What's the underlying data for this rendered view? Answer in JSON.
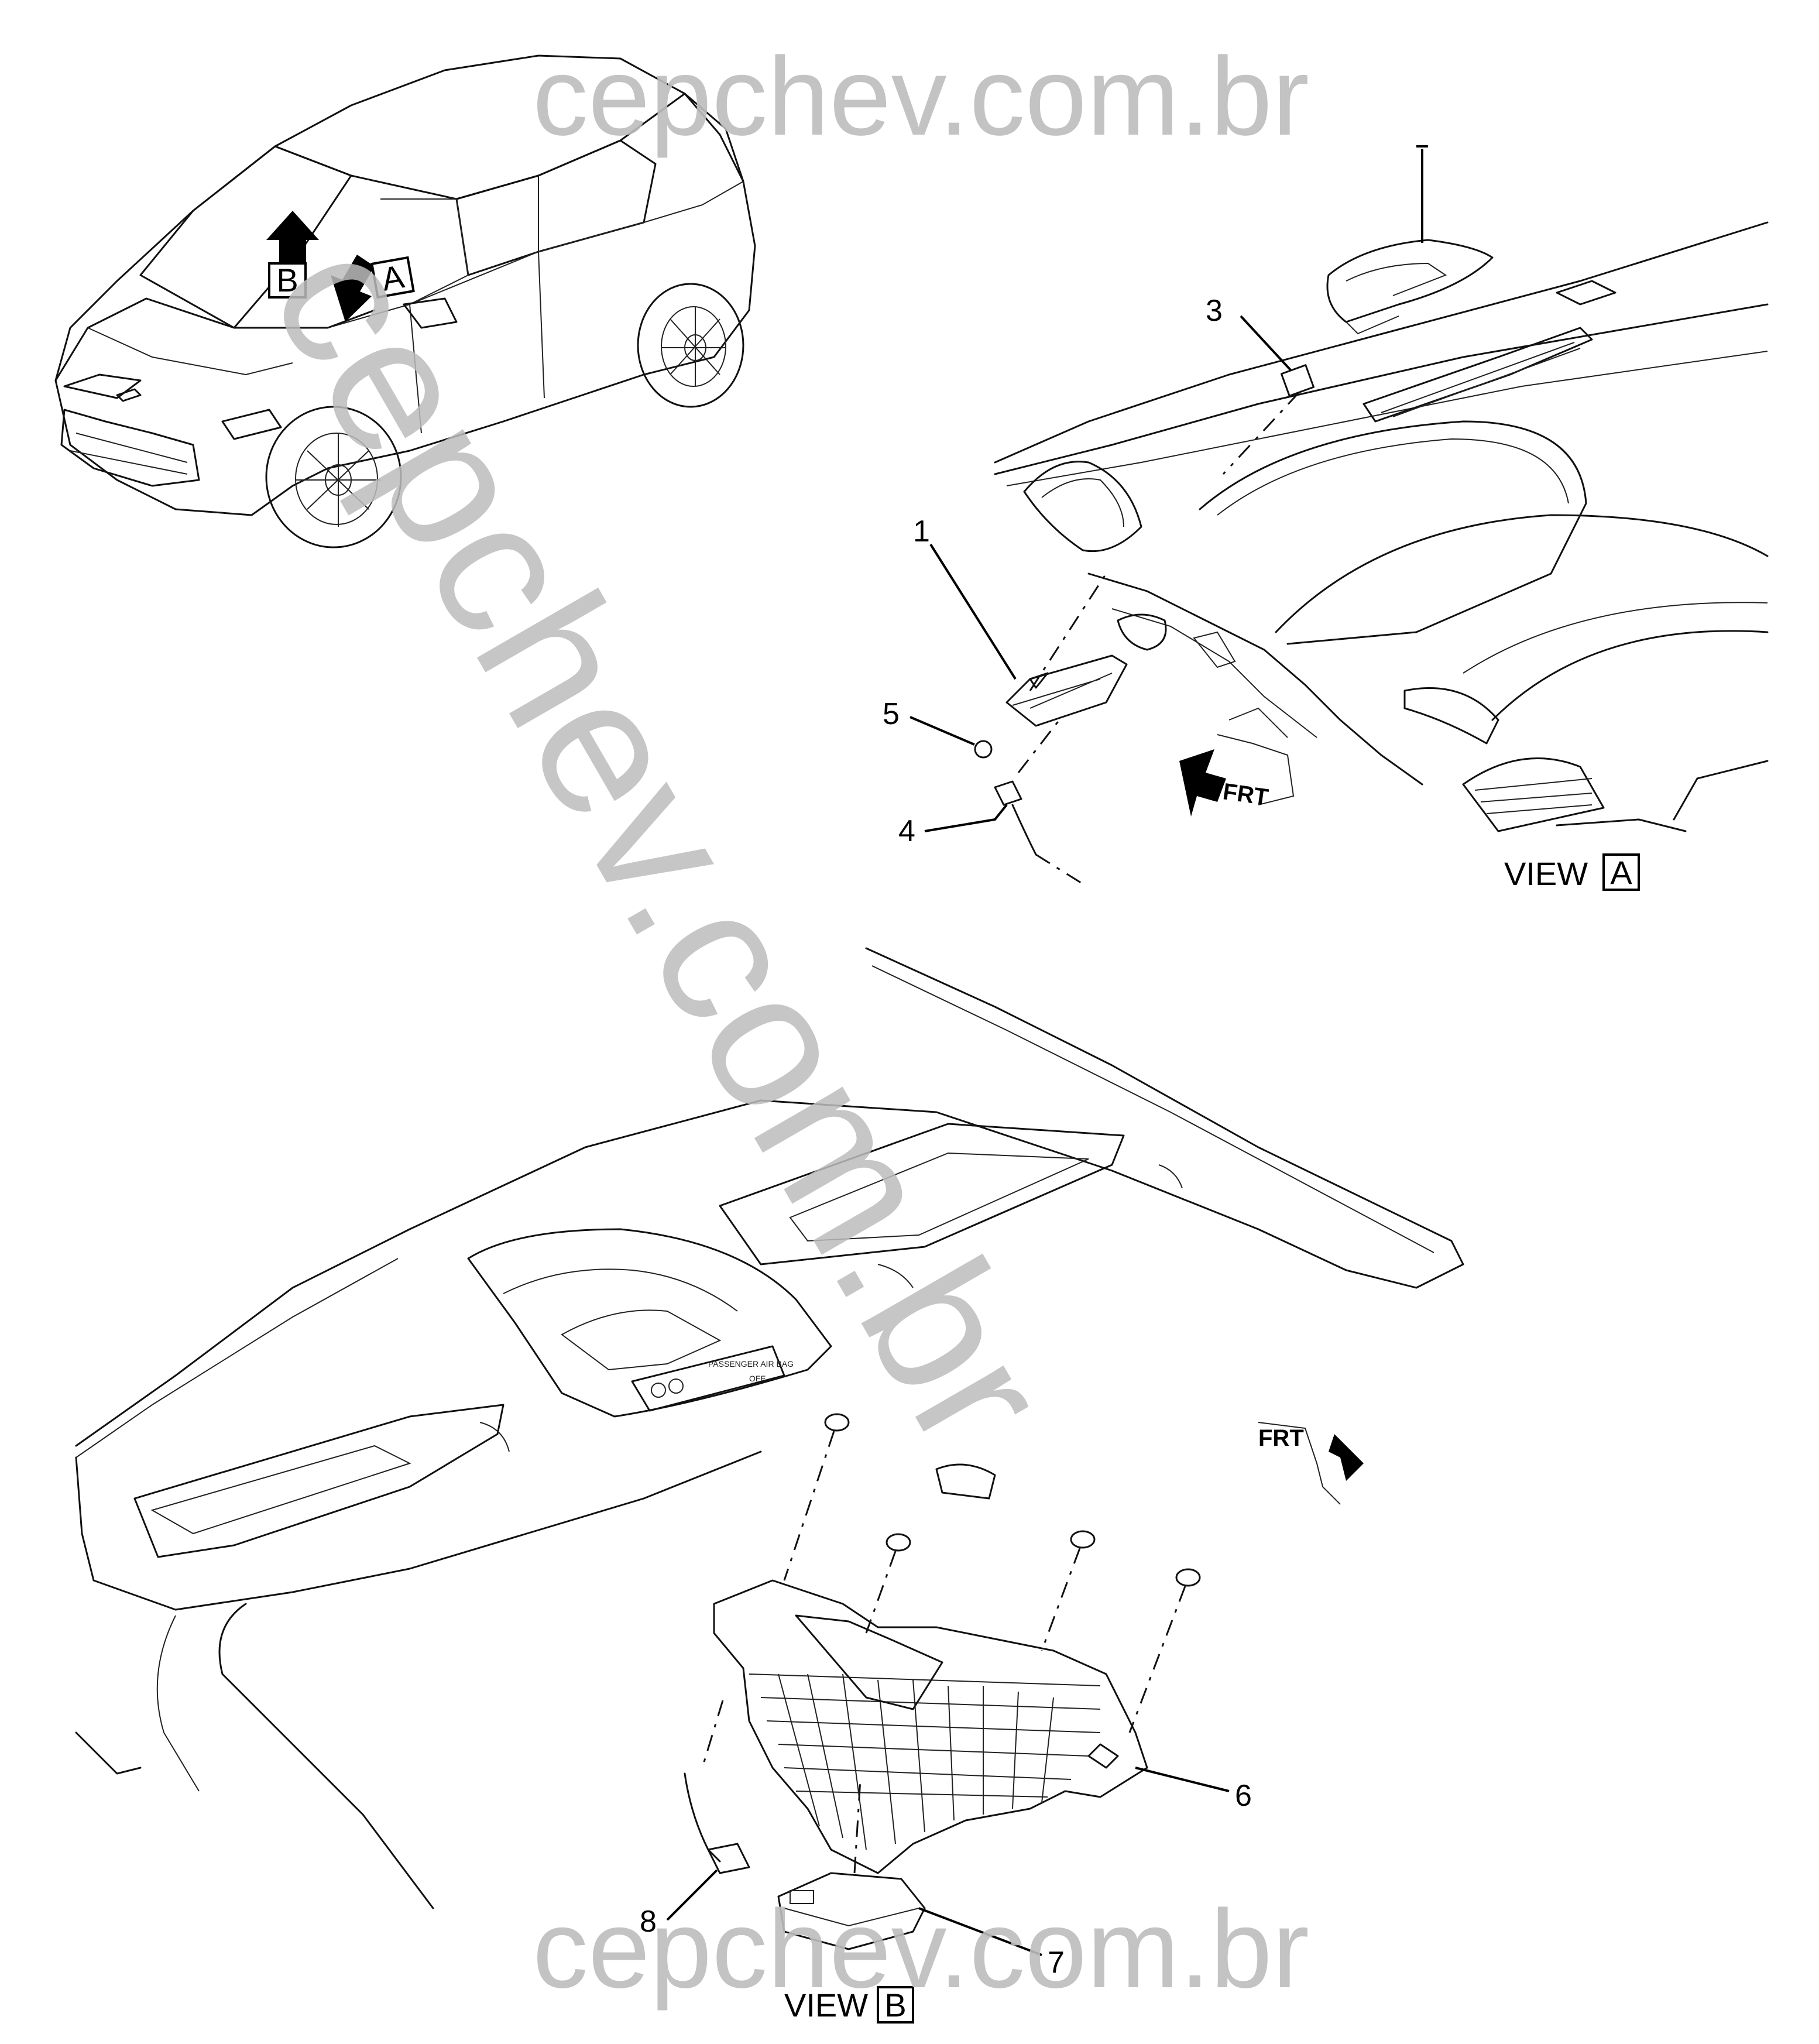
{
  "watermark": {
    "top": "cepchev.com.br",
    "diagonal": "cepchev.com.br",
    "bottom": "cepchev.com.br"
  },
  "vehicle_view": {
    "marker_a": "A",
    "marker_b": "B"
  },
  "view_a": {
    "label": "VIEW",
    "marker": "A",
    "direction": "FRT",
    "callouts": [
      "1",
      "3",
      "4",
      "5"
    ]
  },
  "view_b": {
    "label": "VIEW",
    "marker": "B",
    "direction": "FRT",
    "callouts": [
      "6",
      "7",
      "8"
    ],
    "console_label": "PASSENGER AIR BAG",
    "console_state": "OFF"
  }
}
